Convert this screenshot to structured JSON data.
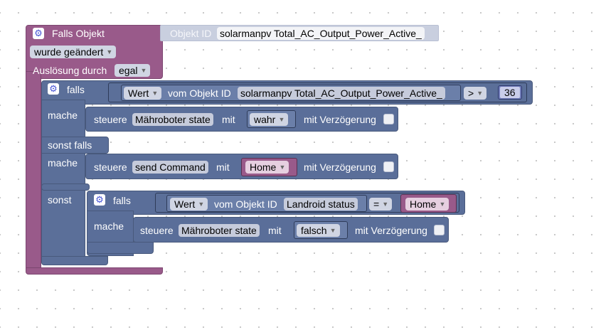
{
  "colors": {
    "trigger_block": "#995a8a",
    "control_block": "#5b6f99",
    "object_id_block": "#c9cfdf",
    "number_block": "#6f7bb8",
    "gear_icon": "#4a57d6"
  },
  "trigger": {
    "title": "Falls Objekt",
    "object_id_label": "Objekt ID",
    "object_id_value": "solarmanpv Total_AC_Output_Power_Active_",
    "event_option": "wurde geändert",
    "trigger_label": "Auslösung durch",
    "trigger_option": "egal"
  },
  "if_block": {
    "if_label": "falls",
    "do_label": "mache",
    "elseif_label": "sonst falls",
    "do2_label": "mache",
    "else_label": "sonst",
    "condition": {
      "value_option": "Wert",
      "from_label": "vom Objekt ID",
      "object_id": "solarmanpv Total_AC_Output_Power_Active_",
      "operator": ">",
      "number": "36"
    },
    "action1": {
      "control_label": "steuere",
      "target": "Mähroboter state",
      "with_label": "mit",
      "value": "wahr",
      "delay_label": "mit Verzögerung"
    },
    "action2": {
      "control_label": "steuere",
      "target": "send Command",
      "with_label": "mit",
      "value": "Home",
      "delay_label": "mit Verzögerung"
    }
  },
  "inner_if": {
    "if_label": "falls",
    "do_label": "mache",
    "condition": {
      "value_option": "Wert",
      "from_label": "vom Objekt ID",
      "object_id": "Landroid status",
      "operator": "=",
      "compare_value": "Home"
    },
    "action": {
      "control_label": "steuere",
      "target": "Mähroboter state",
      "with_label": "mit",
      "value": "falsch",
      "delay_label": "mit Verzögerung"
    }
  }
}
